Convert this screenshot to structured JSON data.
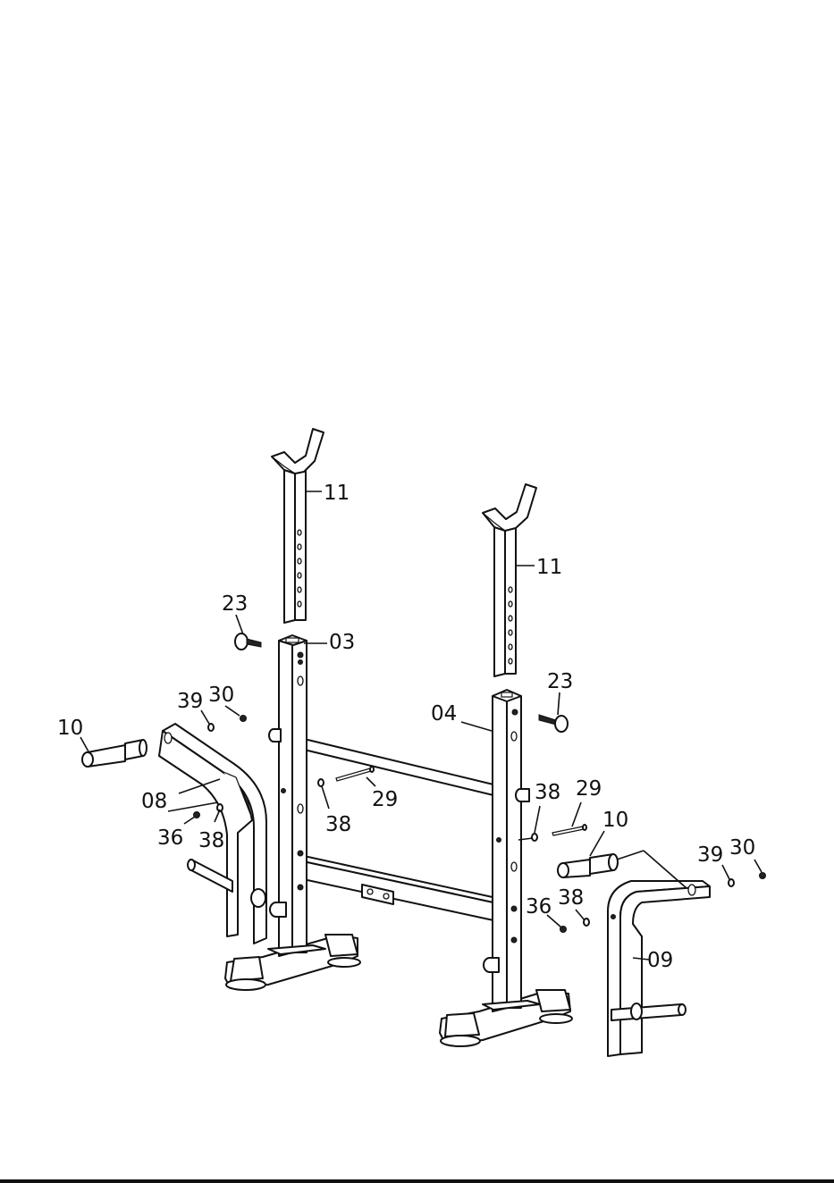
{
  "labels": {
    "l11a": "11",
    "l11b": "11",
    "l23a": "23",
    "l23b": "23",
    "l03": "03",
    "l04": "04",
    "l39a": "39",
    "l30a": "30",
    "l10a": "10",
    "l08": "08",
    "l36a": "36",
    "l38a": "38",
    "l38b": "38",
    "l29a": "29",
    "l38c": "38",
    "l29b": "29",
    "l10b": "10",
    "l39b": "39",
    "l30b": "30",
    "l36b": "36",
    "l38d": "38",
    "l09": "09"
  }
}
